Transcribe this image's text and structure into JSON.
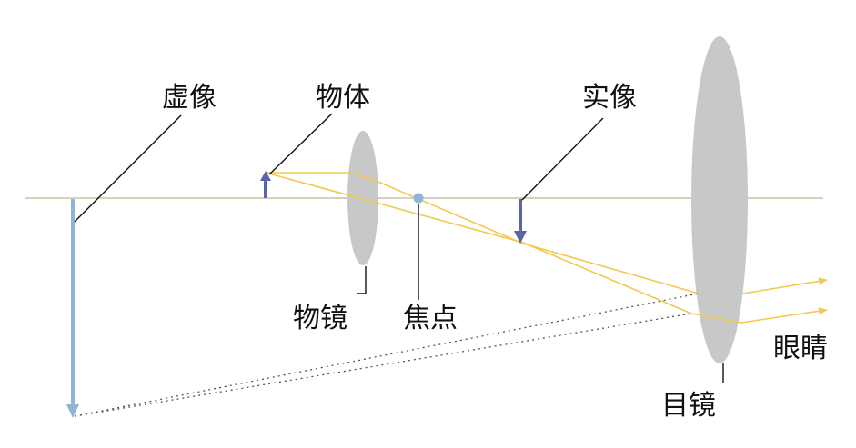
{
  "labels": {
    "virtual_image": "虚像",
    "object": "物体",
    "real_image": "实像",
    "objective": "物镜",
    "focal_point": "焦点",
    "eyepiece": "目镜",
    "eye": "眼睛"
  },
  "colors": {
    "optical_axis": "#d8d2bc",
    "lens": "#c8c8c8",
    "ray": "#f3c84e",
    "object_arrow": "#5a64a8",
    "virtual_arrow": "#8fb6d6",
    "focal_dot": "#8fb6d6",
    "leader": "#111111",
    "dotted": "#555555"
  }
}
